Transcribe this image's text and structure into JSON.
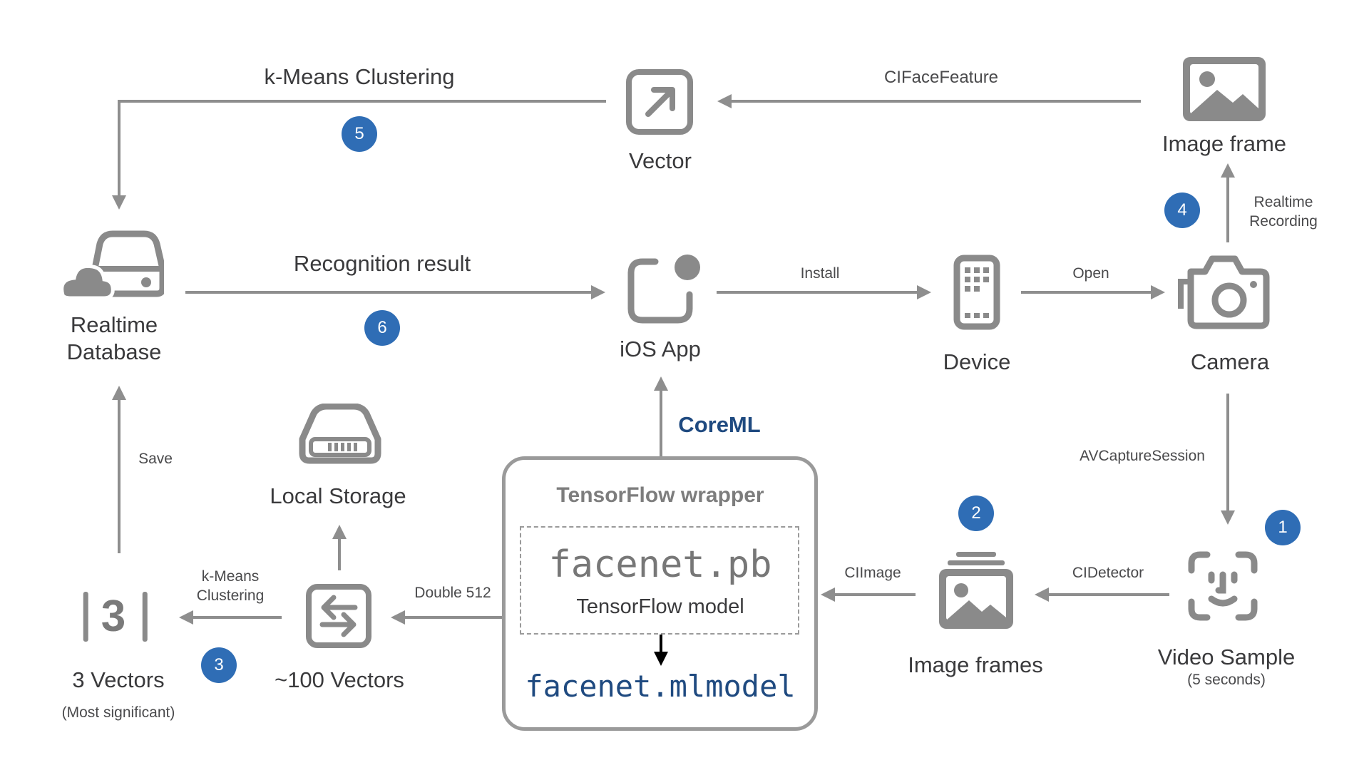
{
  "nodes": {
    "vector": "Vector",
    "image_frame": "Image frame",
    "realtime_database": "Realtime\nDatabase",
    "ios_app": "iOS App",
    "device": "Device",
    "camera": "Camera",
    "local_storage": "Local Storage",
    "three_vectors": "3 Vectors",
    "three_vectors_sub": "(Most significant)",
    "hundred_vectors": "~100 Vectors",
    "image_frames": "Image frames",
    "video_sample": "Video Sample",
    "video_sample_sub": "(5 seconds)",
    "three_glyph": "3"
  },
  "edges": {
    "kmeans_top": "k-Means Clustering",
    "ciface": "CIFaceFeature",
    "recognition": "Recognition result",
    "install": "Install",
    "open": "Open",
    "realtime_recording": "Realtime\nRecording",
    "coreml": "CoreML",
    "avcapture": "AVCaptureSession",
    "save": "Save",
    "kmeans_small": "k-Means\nClustering",
    "double512": "Double 512",
    "ciimage": "CIImage",
    "cidetector": "CIDetector"
  },
  "tensorflow": {
    "wrapper": "TensorFlow wrapper",
    "pb_file": "facenet.pb",
    "model": "TensorFlow model",
    "mlmodel_file": "facenet.mlmodel"
  },
  "steps": [
    "1",
    "2",
    "3",
    "4",
    "5",
    "6"
  ],
  "colors": {
    "line": "#8e8e8e",
    "icon": "#8a8a8a",
    "badge": "#2f6db5",
    "accent_text": "#1f4a80"
  },
  "icons": [
    "vector-icon",
    "image-icon",
    "database-cloud-icon",
    "ios-app-icon",
    "phone-icon",
    "camera-icon",
    "storage-drive-icon",
    "swap-icon",
    "image-stack-icon",
    "face-scan-icon"
  ]
}
